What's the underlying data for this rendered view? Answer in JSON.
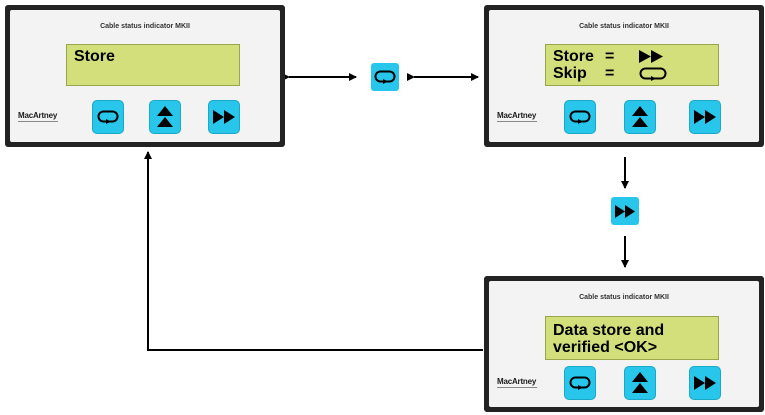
{
  "device_title": "Cable status indicator MKII",
  "brand": "MacArtney",
  "screen_1": {
    "line1": "Store"
  },
  "screen_2": {
    "row1_key": "Store",
    "row1_eq": "=",
    "row2_key": "Skip",
    "row2_eq": "="
  },
  "screen_3": {
    "line1": "Data store and",
    "line2": "verified <OK>"
  },
  "icons": {
    "loop": "loop-arrow-icon",
    "up": "double-up-arrow-icon",
    "forward": "fast-forward-icon"
  },
  "colors": {
    "button": "#27c6ea",
    "lcd": "#d3df7a",
    "bezel": "#232323",
    "arrow": "#000000"
  }
}
